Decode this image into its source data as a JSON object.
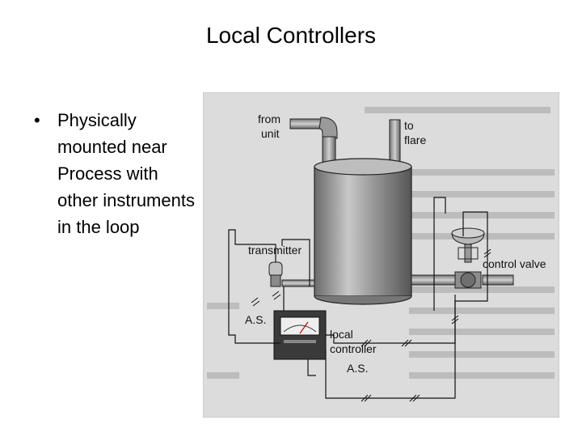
{
  "slide": {
    "title": "Local Controllers",
    "bullets": [
      {
        "marker": "•",
        "text": "Physically mounted near Process with other instruments in the loop"
      }
    ]
  },
  "diagram": {
    "labels": {
      "from_unit": [
        "from",
        "unit"
      ],
      "to_flare": [
        "to",
        "flare"
      ],
      "transmitter": "transmitter",
      "control_valve": "control valve",
      "local_controller": [
        "local",
        "controller"
      ],
      "air_supply_left": "A.S.",
      "air_supply_bottom": "A.S."
    }
  }
}
